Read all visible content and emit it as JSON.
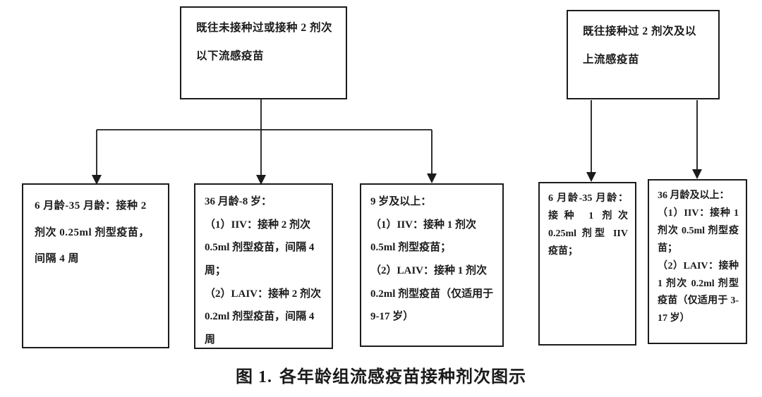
{
  "figure_caption": {
    "label": "图 1.",
    "title": "各年龄组流感疫苗接种剂次图示"
  },
  "flowchart": {
    "top_left_box": {
      "text": "既往未接种过或接种 2 剂次以下流感疫苗"
    },
    "top_right_box": {
      "text": "既往接种过 2 剂次及以上流感疫苗"
    },
    "box_6_35m_naive": {
      "text": "6 月龄-35 月龄：接种 2 剂次 0.25ml 剂型疫苗，间隔 4 周"
    },
    "box_36m_8y": {
      "title": "36 月龄-8 岁：",
      "item1": "（1）IIV：接种 2 剂次 0.5ml 剂型疫苗，间隔 4 周；",
      "item2": "（2）LAIV：接种 2 剂次 0.2ml 剂型疫苗，间隔 4 周"
    },
    "box_9y_plus": {
      "title": "9 岁及以上：",
      "item1": "（1）IIV：接种 1 剂次 0.5ml 剂型疫苗；",
      "item2": "（2）LAIV：接种 1 剂次 0.2ml 剂型疫苗（仅适用于 9-17 岁）"
    },
    "box_6_35m_primed": {
      "text": "6 月龄-35 月龄：接种 1 剂次 0.25ml 剂型 IIV 疫苗；"
    },
    "box_36m_plus": {
      "title": "36 月龄及以上：",
      "item1": "（1）IIV：接种 1 剂次 0.5ml 剂型疫苗；",
      "item2": "（2）LAIV：接种 1 剂次 0.2ml 剂型疫苗（仅适用于 3-17 岁）"
    }
  },
  "colors": {
    "line": "#1c1c1c",
    "text": "#1a1a1a",
    "background": "#ffffff"
  }
}
